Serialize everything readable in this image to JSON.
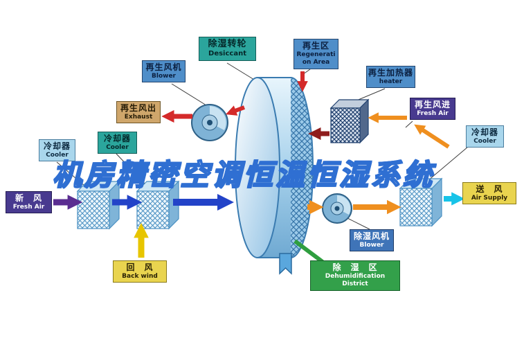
{
  "diagram": {
    "watermark_title": "机房精密空调恒温恒湿系统",
    "labels": {
      "regen_blower": {
        "zh": "再生风机",
        "en": "Blower"
      },
      "desiccant_wheel": {
        "zh": "除湿转轮",
        "en": "Desiccant"
      },
      "regen_area": {
        "zh": "再生区",
        "en": "Regeneration Area"
      },
      "regen_heater": {
        "zh": "再生加热器",
        "en": "heater"
      },
      "regen_exhaust": {
        "zh": "再生风出",
        "en": "Exhaust"
      },
      "cooler_left_inner": {
        "zh": "冷却器",
        "en": "Cooler"
      },
      "cooler_left_outer": {
        "zh": "冷却器",
        "en": "Cooler"
      },
      "fresh_air_in": {
        "zh": "新　风",
        "en": "Fresh Air"
      },
      "return_air": {
        "zh": "回　风",
        "en": "Back wind"
      },
      "regen_air_in": {
        "zh": "再生风进",
        "en": "Fresh Air"
      },
      "cooler_right": {
        "zh": "冷却器",
        "en": "Cooler"
      },
      "air_supply": {
        "zh": "送　风",
        "en": "Air Supply"
      },
      "dehumid_blower": {
        "zh": "除湿风机",
        "en": "Blower"
      },
      "dehumid_zone": {
        "zh": "除　湿　区",
        "en": "Dehumidification District"
      }
    },
    "colors": {
      "label_blue": "#4f8ec9",
      "label_teal": "#2ba59c",
      "label_tan": "#cfa66b",
      "label_lightblue": "#a9d6ec",
      "label_purple": "#483a8f",
      "label_yellow": "#e9d44f",
      "label_green": "#33a04a",
      "arrow_red": "#d42a2a",
      "arrow_darkred": "#8f1d1d",
      "arrow_orange": "#ef8f1f",
      "arrow_blue": "#2343c8",
      "arrow_purple": "#5a2d91",
      "arrow_yellow": "#e7c500",
      "arrow_cyan": "#17c3e8",
      "connector_green": "#2f9e3f",
      "watermark_blue": "#2f6fd2",
      "wheel_blue": "#9ccae9"
    }
  }
}
